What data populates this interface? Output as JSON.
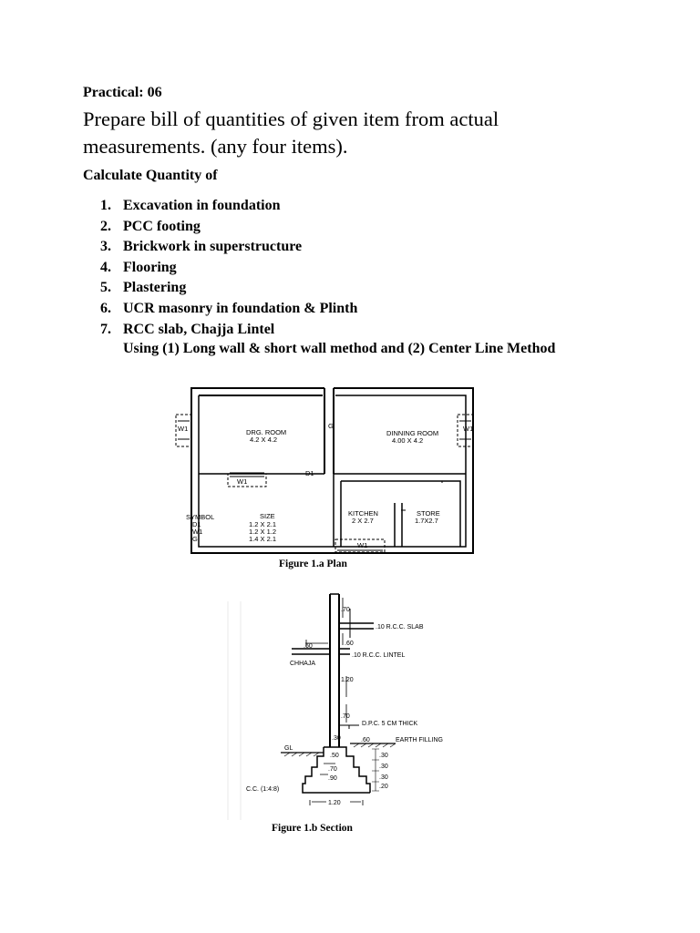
{
  "practical": "Practical: 06",
  "title": "Prepare bill of quantities of given item from actual measurements. (any four items).",
  "calculate_heading": "Calculate Quantity of",
  "items": [
    {
      "num": "1.",
      "text": "Excavation in foundation"
    },
    {
      "num": "2.",
      "text": "PCC footing"
    },
    {
      "num": "3.",
      "text": "Brickwork in superstructure"
    },
    {
      "num": "4.",
      "text": "Flooring"
    },
    {
      "num": "5.",
      "text": "Plastering"
    },
    {
      "num": "6.",
      "text": "UCR masonry in foundation & Plinth"
    },
    {
      "num": "7.",
      "text": "RCC slab, Chajja Lintel"
    }
  ],
  "method_note": "Using (1) Long wall & short wall method and (2) Center Line Method",
  "plan": {
    "drg_room": "DRG. ROOM",
    "drg_size": "4.2 X 4.2",
    "dinning_room": "DINNING ROOM",
    "dinning_size": "4.00 X 4.2",
    "kitchen": "KITCHEN",
    "kitchen_size": "2 X 2.7",
    "store": "STORE",
    "store_size": "1.7X2.7",
    "w1": "W1",
    "d1": "D1",
    "g": "G",
    "symbol_header": "SYMBOL",
    "size_header": "SIZE",
    "symbols": [
      "D1",
      "W1",
      "G"
    ],
    "sizes": [
      "1.2 X 2.1",
      "1.2 X 1.2",
      "1.4 X 2.1"
    ],
    "caption": "Figure 1.a Plan"
  },
  "section": {
    "d070_top": ".70",
    "rcc_slab": ".10 R.C.C. SLAB",
    "d060": ".60",
    "d060_chhaja": ".60",
    "rcc_lintel": ".10 R.C.C. LINTEL",
    "chhaja": "CHHAJA",
    "d120": "1.20",
    "d070_mid": ".70",
    "dpc": "D.P.C. 5 CM THICK",
    "d030": ".30",
    "d060_b": ".60",
    "earth_filling": "EARTH FILLING",
    "gl": "GL",
    "d050": ".50",
    "d070_step": ".70",
    "d090": ".90",
    "r030a": ".30",
    "r030b": ".30",
    "r030c": ".30",
    "r020": ".20",
    "cc": "C.C. (1:4:8)",
    "d120_bottom": "1.20",
    "caption": "Figure 1.b Section"
  }
}
